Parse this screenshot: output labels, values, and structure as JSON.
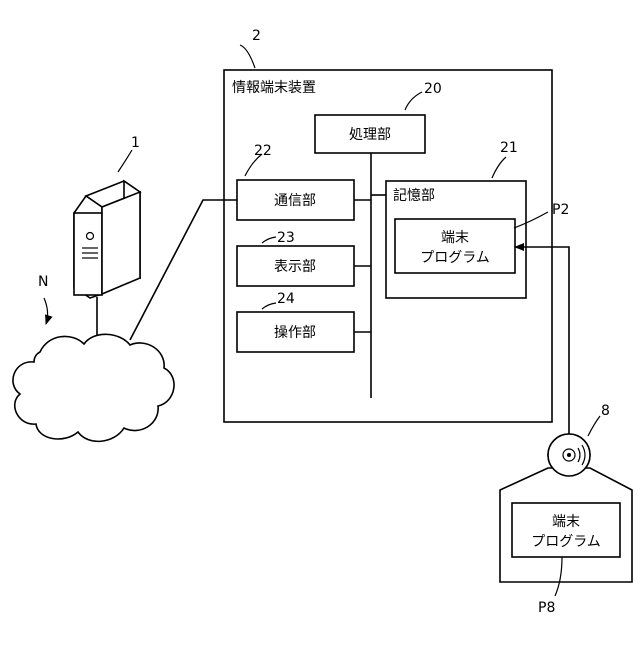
{
  "device": {
    "ref": "2",
    "title": "情報端末装置",
    "processing": {
      "ref": "20",
      "label": "処理部"
    },
    "storage": {
      "ref": "21",
      "label": "記憶部",
      "program": {
        "ref": "P2",
        "line1": "端末",
        "line2": "プログラム"
      }
    },
    "communication": {
      "ref": "22",
      "label": "通信部"
    },
    "display": {
      "ref": "23",
      "label": "表示部"
    },
    "operation": {
      "ref": "24",
      "label": "操作部"
    }
  },
  "server": {
    "ref": "1"
  },
  "network": {
    "ref": "N"
  },
  "medium": {
    "ref": "8",
    "program": {
      "ref": "P8",
      "line1": "端末",
      "line2": "プログラム"
    }
  }
}
